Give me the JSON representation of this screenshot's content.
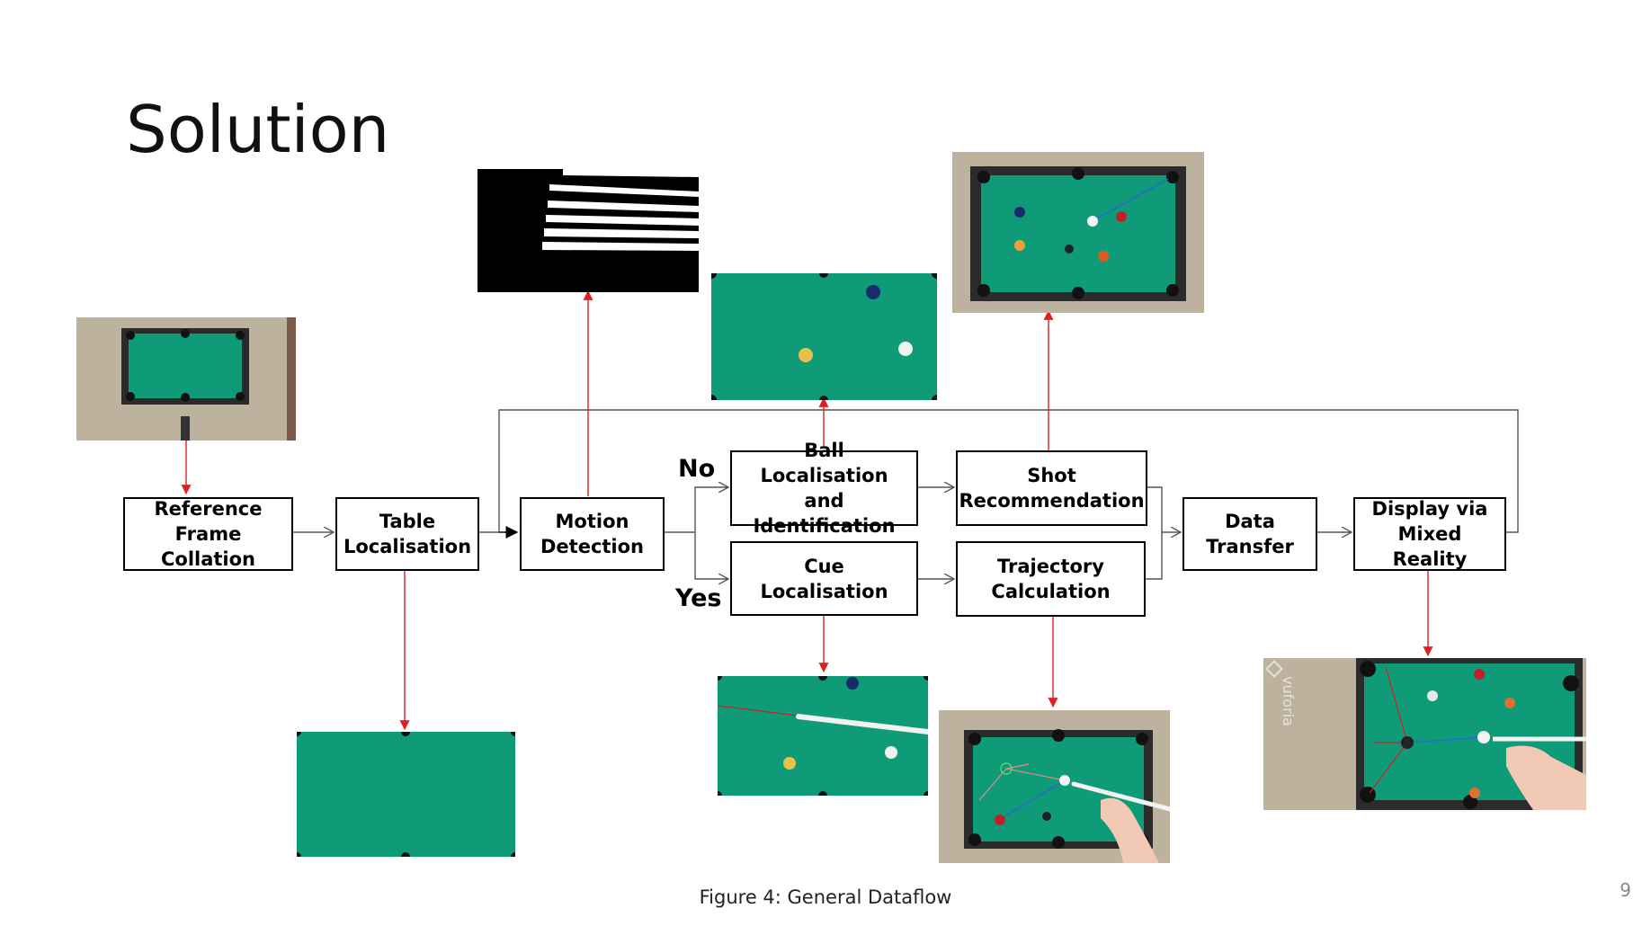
{
  "slide": {
    "title": "Solution",
    "caption": "Figure 4: General Dataflow",
    "page_number": "9"
  },
  "nodes": {
    "reference_frame": "Reference\nFrame Collation",
    "table_localisation": "Table\nLocalisation",
    "motion_detection": "Motion\nDetection",
    "ball_localisation": "Ball Localisation\nand Identification",
    "cue_localisation": "Cue Localisation",
    "shot_recommendation": "Shot\nRecommendation",
    "trajectory_calculation": "Trajectory\nCalculation",
    "data_transfer": "Data\nTransfer",
    "display_mixed_reality": "Display via\nMixed Reality"
  },
  "branches": {
    "no": "No",
    "yes": "Yes"
  },
  "thumbnails": {
    "vuforia_watermark": "vuforia"
  },
  "colors": {
    "felt": "#0f9a78",
    "felt_dark": "#0b8a6a",
    "rail": "#2a2a2a",
    "carpet": "#bfb29c",
    "arrow_red": "#e02020",
    "connector": "#555555"
  }
}
